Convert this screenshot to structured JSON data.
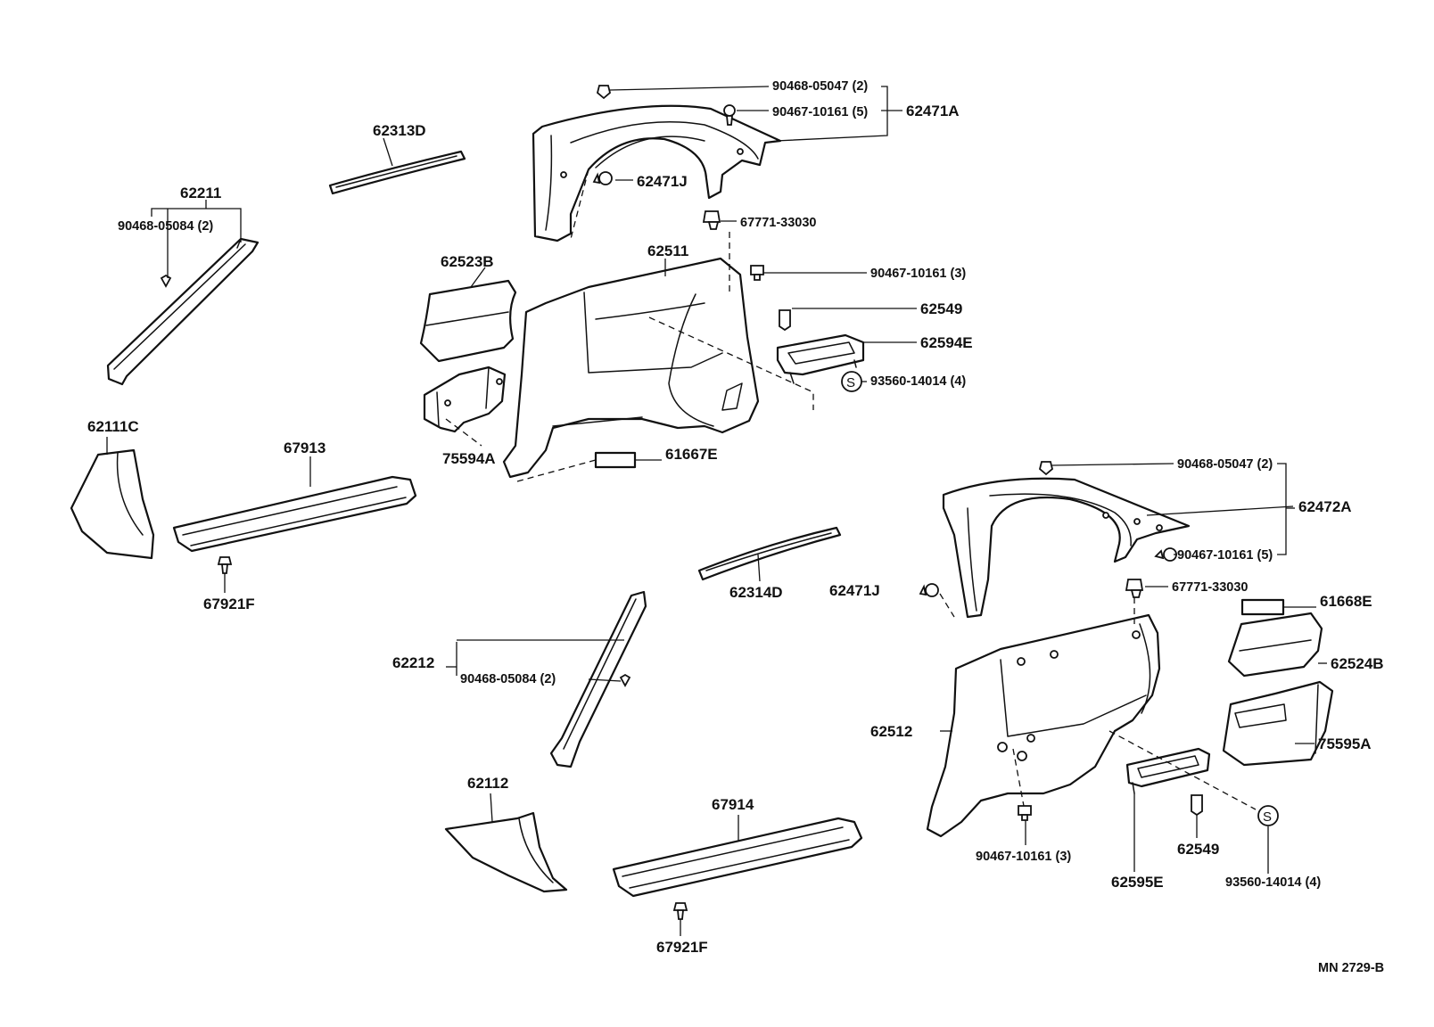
{
  "labels": {
    "l_90468_05047_top": "90468-05047 (2)",
    "l_90467_10161_5_top": "90467-10161 (5)",
    "l_62471A": "62471A",
    "l_62313D": "62313D",
    "l_62471J_top": "62471J",
    "l_62211": "62211",
    "l_90468_05084_left": "90468-05084 (2)",
    "l_67771_top": "67771-33030",
    "l_62511": "62511",
    "l_62523B": "62523B",
    "l_90467_10161_3_top": "90467-10161 (3)",
    "l_62549_top": "62549",
    "l_62594E": "62594E",
    "l_93560_top": "93560-14014 (4)",
    "l_62111C": "62111C",
    "l_67913": "67913",
    "l_75594A": "75594A",
    "l_61667E": "61667E",
    "l_67921F_left": "67921F",
    "l_90468_05047_right": "90468-05047 (2)",
    "l_62472A": "62472A",
    "l_90467_10161_5_right": "90467-10161 (5)",
    "l_62314D": "62314D",
    "l_62471J_right": "62471J",
    "l_67771_right": "67771-33030",
    "l_61668E": "61668E",
    "l_62212": "62212",
    "l_90468_05084_mid": "90468-05084 (2)",
    "l_62524B": "62524B",
    "l_62512": "62512",
    "l_75595A": "75595A",
    "l_62112": "62112",
    "l_67914": "67914",
    "l_90467_10161_3_bottom": "90467-10161 (3)",
    "l_62549_bottom": "62549",
    "l_62595E": "62595E",
    "l_93560_bottom": "93560-14014 (4)",
    "l_67921F_bottom": "67921F",
    "code": "MN  2729-B"
  },
  "symbols": {
    "s_top": "S",
    "s_bottom": "S"
  }
}
